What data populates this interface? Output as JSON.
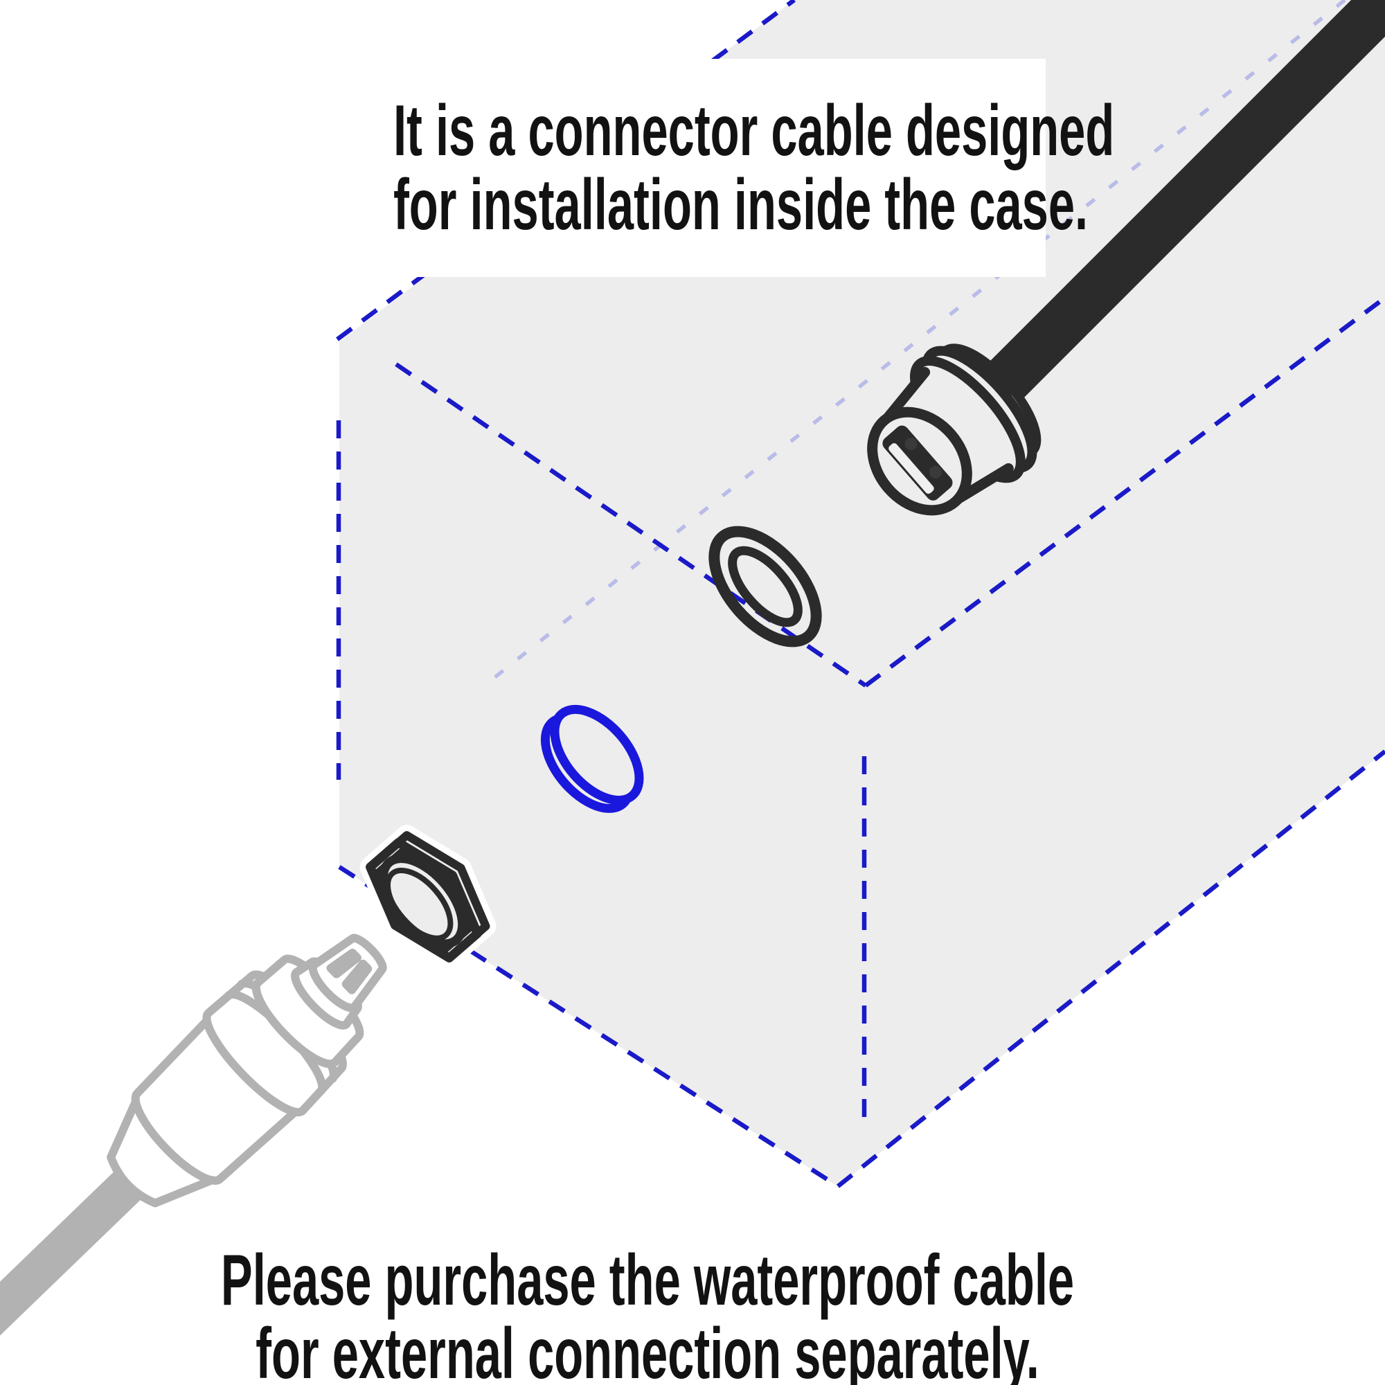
{
  "captions": {
    "top_line1": "It is a connector cable designed",
    "top_line2": "for installation inside the case.",
    "bottom_line1": "Please purchase the waterproof cable",
    "bottom_line2": "for external connection separately."
  },
  "colors": {
    "case_fill": "#ededed",
    "edge_blue": "#1a1ac8",
    "hidden_edge": "#b9bce8",
    "hole_blue": "#1a18dc",
    "ink": "#2b2b2b",
    "plug_gray": "#b2b2b2",
    "text_ink": "#121212",
    "paper": "#ffffff",
    "socket_tongue": "#f0f0f0",
    "socket_dot": "#3a3a3a"
  },
  "components": {
    "case": "equipment-case-outline",
    "panel_connector": "panel-mount-usb-connector",
    "connector_cable": "internal-connector-cable",
    "gasket": "waterproof-gasket-ring",
    "mounting_hole": "panel-mounting-hole",
    "hex_nut": "mounting-hex-nut",
    "external_plug": "external-waterproof-plug",
    "plug_cable": "external-plug-cable"
  }
}
